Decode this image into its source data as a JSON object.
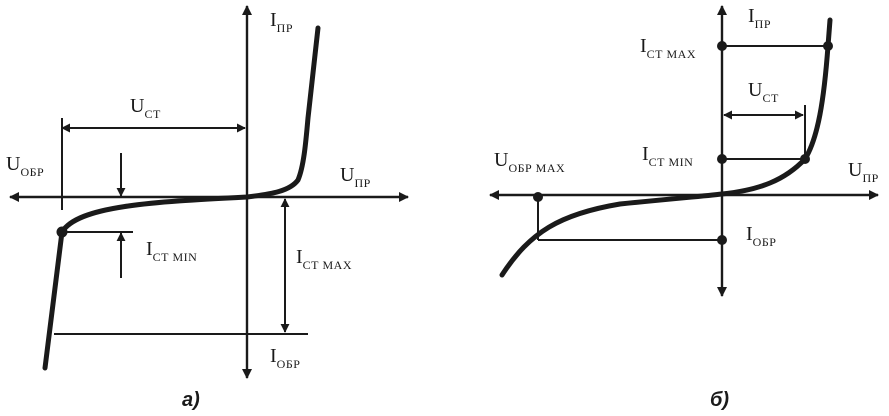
{
  "panel_a": {
    "caption": "а)",
    "labels": {
      "i_pr": {
        "main": "I",
        "sub": "ПР"
      },
      "u_st": {
        "main": "U",
        "sub": "СТ"
      },
      "u_obr": {
        "main": "U",
        "sub": "ОБР"
      },
      "u_pr": {
        "main": "U",
        "sub": "ПР"
      },
      "i_st_min": {
        "main": "I",
        "sub": "СТ MIN"
      },
      "i_st_max": {
        "main": "I",
        "sub": "СТ MAX"
      },
      "i_obr": {
        "main": "I",
        "sub": "ОБР"
      }
    }
  },
  "panel_b": {
    "caption": "б)",
    "labels": {
      "i_pr": {
        "main": "I",
        "sub": "ПР"
      },
      "i_st_max": {
        "main": "I",
        "sub": "СТ MAX"
      },
      "u_st": {
        "main": "U",
        "sub": "СТ"
      },
      "u_obr_max": {
        "main": "U",
        "sub": "ОБР MAX"
      },
      "i_st_min": {
        "main": "I",
        "sub": "СТ MIN"
      },
      "u_pr": {
        "main": "U",
        "sub": "ПР"
      },
      "i_obr": {
        "main": "I",
        "sub": "ОБР"
      }
    }
  }
}
